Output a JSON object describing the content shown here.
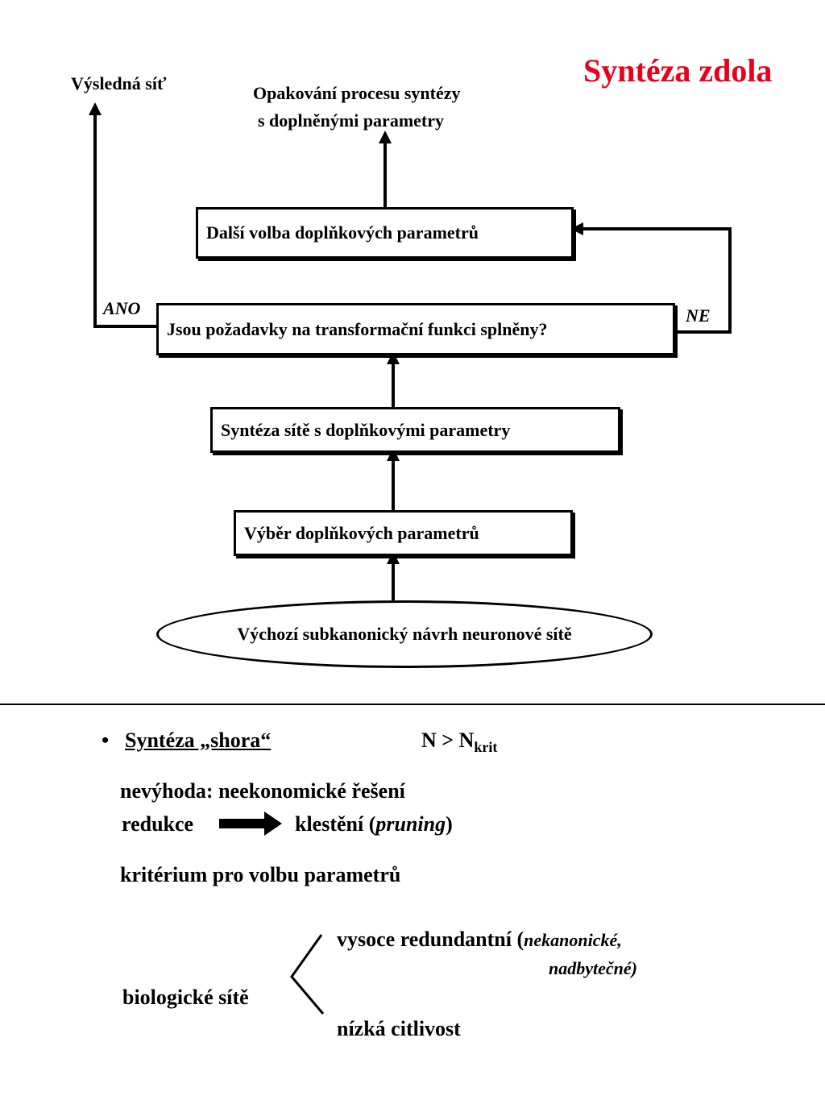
{
  "slide": {
    "title": "Syntéza zdola",
    "title_color": "#e8001c"
  },
  "diagram": {
    "result_label": "Výsledná síť",
    "repeat_line1": "Opakování procesu syntézy",
    "repeat_line2": "s doplněnými parametry",
    "box_next_choice": "Další volba doplňkových parametrů",
    "box_question": "Jsou požadavky na transformační funkci splněny?",
    "yes_label": "ANO",
    "no_label": "NE",
    "box_synthesis": "Syntéza sítě s doplňkovými parametry",
    "box_selection": "Výběr doplňkových parametrů",
    "start_ellipse": "Výchozí subkanonický návrh neuronové sítě"
  },
  "lower": {
    "bullet": "•",
    "heading": "Syntéza  „shora“",
    "condition_n": "N > N",
    "condition_sub": "krit",
    "disadvantage": "nevýhoda:  neekonomické řešení",
    "reduction": "redukce",
    "pruning_prefix": "klestění (",
    "pruning_word": "pruning",
    "pruning_suffix": ")",
    "criterion": "kritérium pro volbu parametrů",
    "bio_networks": "biologické sítě",
    "high_redundancy": "vysoce redundantní  (",
    "nonCanonical": "nekanonické,",
    "redundant": "nadbytečné)",
    "low_sensitivity": "nízká citlivost"
  }
}
